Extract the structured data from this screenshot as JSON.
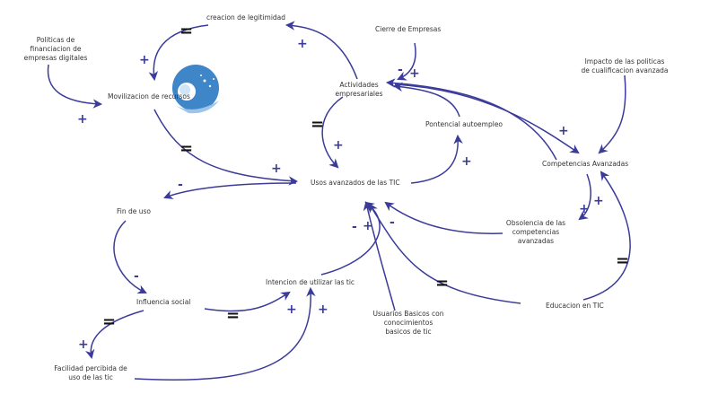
{
  "nodes": {
    "creacion_legitimidad": "creacion de legitimidad",
    "cierre_empresas": "Cierre de Empresas",
    "politicas_financiacion": "Politicas de\nfinanciacion de\nempresas digitales",
    "movilizacion_recursos": "Movilizacion de recursos",
    "actividades_empresariales": "Actividades\nempresariales",
    "impacto_politicas": "Impacto de las politicas\nde cualificacion avanzada",
    "potencial_autoempleo": "Pontencial autoempleo",
    "competencias_avanzadas": "Competencias Avanzadas",
    "usos_avanzados": "Usos avanzados de las TIC",
    "fin_de_uso": "Fin de uso",
    "obsolencia": "Obsolencia de las\ncompetencias\navanzadas",
    "influencia_social": "Influencia social",
    "intencion_utilizar": "Intencion de utilizar las tic",
    "usuarios_basicos": "Usuarios Basicos con\nconocimientos\nbasicos de tic",
    "educacion_tic": "Educacion en TIC",
    "facilidad_uso": "Facilidad percibida de\nuso de las tic"
  },
  "signs": {
    "plus": "+",
    "minus": "-",
    "delay": "="
  },
  "colors": {
    "link": "#3b3b9a",
    "text": "#333333",
    "delay_mark": "#111111"
  },
  "decorations": [
    "sphere-logo-icon"
  ]
}
